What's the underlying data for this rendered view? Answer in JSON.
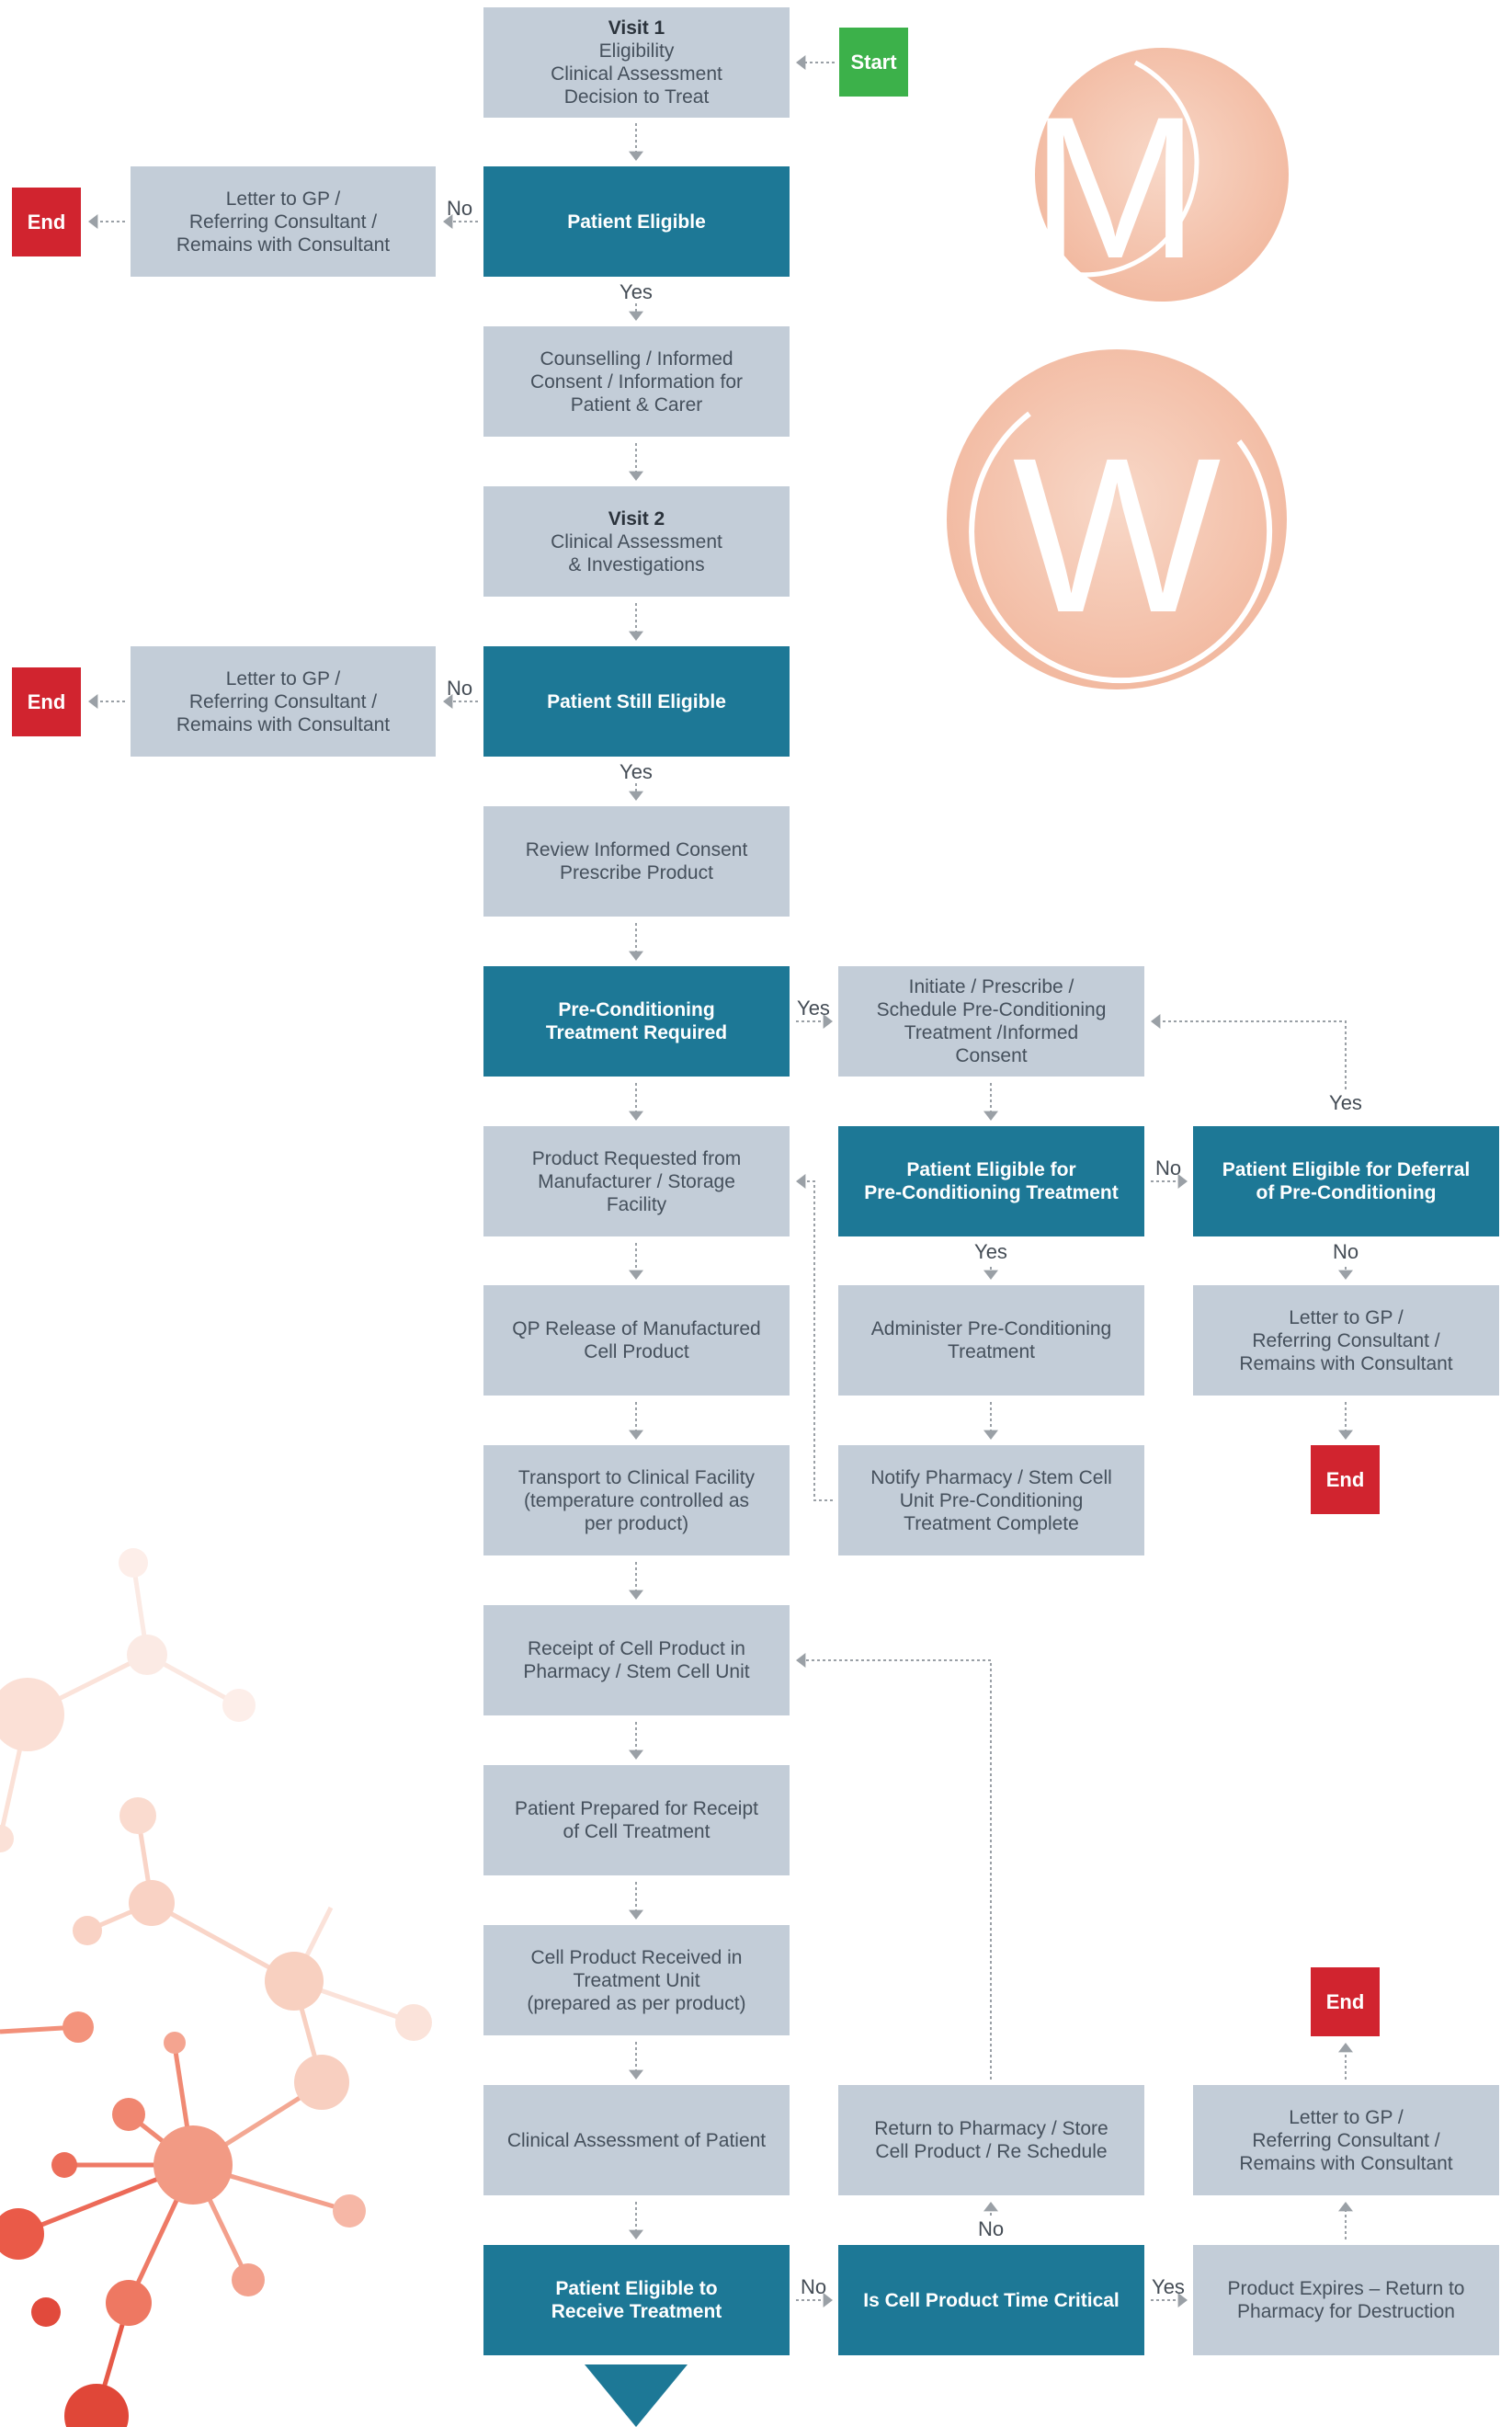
{
  "logo": {
    "m_letter": "M",
    "w_letter": "W"
  },
  "colors": {
    "process": "#c3cdd8",
    "decision": "#1d7896",
    "end": "#d1242f",
    "start": "#3cb14a",
    "connector": "#9aa0a6"
  },
  "nodes": {
    "start": "Start",
    "visit1": {
      "title": "Visit 1",
      "lines": [
        "Eligibility",
        "Clinical Assessment",
        "Decision to Treat"
      ]
    },
    "patient_eligible": "Patient Eligible",
    "letter1": [
      "Letter to GP /",
      "Referring Consultant /",
      "Remains with Consultant"
    ],
    "end1": "End",
    "counselling": [
      "Counselling / Informed",
      "Consent / Information for",
      "Patient & Carer"
    ],
    "visit2": {
      "title": "Visit 2",
      "lines": [
        "Clinical Assessment",
        "& Investigations"
      ]
    },
    "still_eligible": "Patient Still Eligible",
    "letter2": [
      "Letter to GP /",
      "Referring Consultant /",
      "Remains with Consultant"
    ],
    "end2": "End",
    "review": [
      "Review Informed Consent",
      "Prescribe Product"
    ],
    "precond_required": [
      "Pre-Conditioning",
      "Treatment Required"
    ],
    "initiate": [
      "Initiate / Prescribe /",
      "Schedule Pre-Conditioning",
      "Treatment /Informed",
      "Consent"
    ],
    "product_requested": [
      "Product Requested from",
      "Manufacturer / Storage",
      "Facility"
    ],
    "eligible_precond": [
      "Patient Eligible for",
      "Pre-Conditioning Treatment"
    ],
    "eligible_deferral": [
      "Patient Eligible for Deferral",
      "of Pre-Conditioning"
    ],
    "qp_release": [
      "QP Release of Manufactured",
      "Cell Product"
    ],
    "administer": [
      "Administer Pre-Conditioning",
      "Treatment"
    ],
    "letter3": [
      "Letter to GP /",
      "Referring Consultant /",
      "Remains with Consultant"
    ],
    "transport": [
      "Transport to Clinical Facility",
      "(temperature controlled as",
      "per product)"
    ],
    "notify": [
      "Notify Pharmacy / Stem Cell",
      "Unit Pre-Conditioning",
      "Treatment Complete"
    ],
    "end3": "End",
    "receipt": [
      "Receipt of Cell Product in",
      "Pharmacy / Stem Cell Unit"
    ],
    "prepared": [
      "Patient Prepared for Receipt",
      "of Cell Treatment"
    ],
    "received": [
      "Cell Product Received in",
      "Treatment Unit",
      "(prepared as per product)"
    ],
    "end4": "End",
    "clinical_assessment": [
      "Clinical Assessment of Patient"
    ],
    "return_pharmacy": [
      "Return to Pharmacy / Store",
      "Cell Product / Re Schedule"
    ],
    "letter4": [
      "Letter to GP /",
      "Referring Consultant /",
      "Remains with Consultant"
    ],
    "eligible_receive": [
      "Patient Eligible to",
      "Receive Treatment"
    ],
    "time_critical": [
      "Is Cell Product Time Critical"
    ],
    "expires": [
      "Product Expires – Return to",
      "Pharmacy for Destruction"
    ]
  },
  "labels": {
    "no1": "No",
    "yes1": "Yes",
    "no2": "No",
    "yes2": "Yes",
    "yes3": "Yes",
    "yes4": "Yes",
    "no3": "No",
    "yes5": "Yes",
    "no4": "No",
    "no5": "No",
    "no6": "No",
    "yes6": "Yes"
  }
}
